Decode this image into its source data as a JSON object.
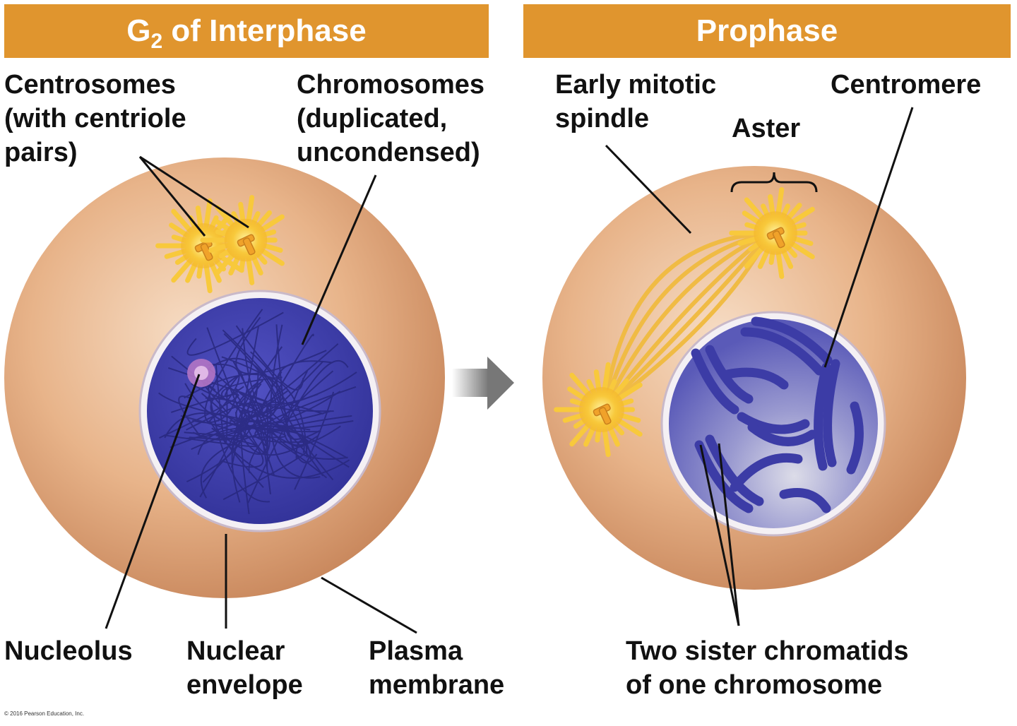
{
  "panels": {
    "left": {
      "title_main": "G",
      "title_sub": "2",
      "title_rest": " of Interphase"
    },
    "right": {
      "title": "Prophase"
    }
  },
  "labels": {
    "centrosomes": [
      "Centrosomes",
      "(with centriole",
      "pairs)"
    ],
    "chromosomes": [
      "Chromosomes",
      "(duplicated,",
      "uncondensed)"
    ],
    "nucleolus": [
      "Nucleolus"
    ],
    "nuclear_envelope": [
      "Nuclear",
      "envelope"
    ],
    "plasma_membrane": [
      "Plasma",
      "membrane"
    ],
    "early_spindle": [
      "Early mitotic",
      "spindle"
    ],
    "aster": [
      "Aster"
    ],
    "centromere": [
      "Centromere"
    ],
    "sister_chromatids": [
      "Two sister chromatids",
      "of one chromosome"
    ]
  },
  "credit": "© 2016 Pearson Education, Inc.",
  "colors": {
    "banner": "#e0952e",
    "cell": "#e2a77a",
    "nucleus": "#3f3fae",
    "centrosome": "#f7c23a",
    "spindle": "#f3c24f"
  }
}
